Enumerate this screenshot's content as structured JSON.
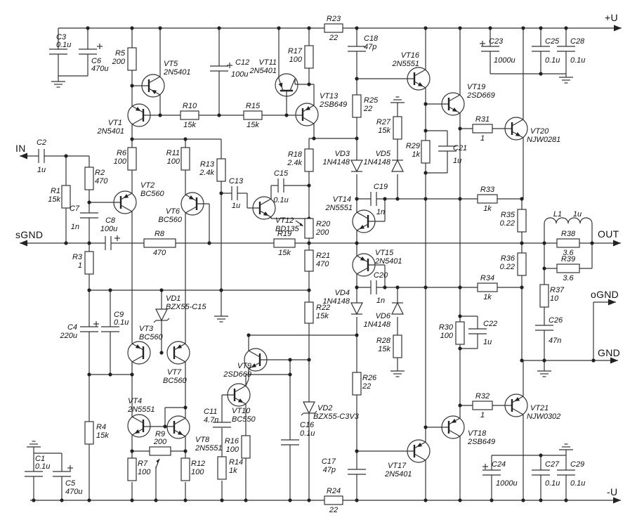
{
  "terminals": {
    "power_pos": "+U",
    "power_neg": "-U",
    "input": "IN",
    "signal_ground": "sGND",
    "output": "OUT",
    "output_ground": "oGND",
    "ground": "GND"
  },
  "components": {
    "R1": {
      "ref": "R1",
      "value": "15k"
    },
    "R2": {
      "ref": "R2",
      "value": "470"
    },
    "R3": {
      "ref": "R3",
      "value": "1"
    },
    "R4": {
      "ref": "R4",
      "value": "15k"
    },
    "R5": {
      "ref": "R5",
      "value": "200"
    },
    "R6": {
      "ref": "R6",
      "value": "100"
    },
    "R7": {
      "ref": "R7",
      "value": "100"
    },
    "R8": {
      "ref": "R8",
      "value": "470"
    },
    "R9": {
      "ref": "R9",
      "value": "200"
    },
    "R10": {
      "ref": "R10",
      "value": "15k"
    },
    "R11": {
      "ref": "R11",
      "value": "100"
    },
    "R12": {
      "ref": "R12",
      "value": "100"
    },
    "R13": {
      "ref": "R13",
      "value": "2.4k"
    },
    "R14": {
      "ref": "R14",
      "value": "1k"
    },
    "R15": {
      "ref": "R15",
      "value": "15k"
    },
    "R16": {
      "ref": "R16",
      "value": "100"
    },
    "R17": {
      "ref": "R17",
      "value": "100"
    },
    "R18": {
      "ref": "R18",
      "value": "2.4k"
    },
    "R19": {
      "ref": "R19",
      "value": "15k"
    },
    "R20": {
      "ref": "R20",
      "value": "200"
    },
    "R21": {
      "ref": "R21",
      "value": "470"
    },
    "R22": {
      "ref": "R22",
      "value": "15k"
    },
    "R23": {
      "ref": "R23",
      "value": "22"
    },
    "R24": {
      "ref": "R24",
      "value": "22"
    },
    "R25": {
      "ref": "R25",
      "value": "22"
    },
    "R26": {
      "ref": "R26",
      "value": "22"
    },
    "R27": {
      "ref": "R27",
      "value": "15k"
    },
    "R28": {
      "ref": "R28",
      "value": "15k"
    },
    "R29": {
      "ref": "R29",
      "value": "1k"
    },
    "R30": {
      "ref": "R30",
      "value": "100"
    },
    "R31": {
      "ref": "R31",
      "value": "1"
    },
    "R32": {
      "ref": "R32",
      "value": "1"
    },
    "R33": {
      "ref": "R33",
      "value": "1k"
    },
    "R34": {
      "ref": "R34",
      "value": "1k"
    },
    "R35": {
      "ref": "R35",
      "value": "0.22"
    },
    "R36": {
      "ref": "R36",
      "value": "0.22"
    },
    "R37": {
      "ref": "R37",
      "value": "10"
    },
    "R38": {
      "ref": "R38",
      "value": "3.6"
    },
    "R39": {
      "ref": "R39",
      "value": "3.6"
    },
    "C1": {
      "ref": "C1",
      "value": "0.1u"
    },
    "C2": {
      "ref": "C2",
      "value": "1u"
    },
    "C3": {
      "ref": "C3",
      "value": "0.1u"
    },
    "C4": {
      "ref": "C4",
      "value": "220u"
    },
    "C5": {
      "ref": "C5",
      "value": "470u"
    },
    "C6": {
      "ref": "C6",
      "value": "470u"
    },
    "C7": {
      "ref": "C7",
      "value": "1n"
    },
    "C8": {
      "ref": "C8",
      "value": "100u"
    },
    "C9": {
      "ref": "C9",
      "value": "0.1u"
    },
    "C11": {
      "ref": "C11",
      "value": "4.7n"
    },
    "C12": {
      "ref": "C12",
      "value": "100u"
    },
    "C13": {
      "ref": "C13",
      "value": "1u"
    },
    "C15": {
      "ref": "C15",
      "value": "0.1u"
    },
    "C16": {
      "ref": "C16",
      "value": "0.1u"
    },
    "C17": {
      "ref": "C17",
      "value": "47p"
    },
    "C18": {
      "ref": "C18",
      "value": "47p"
    },
    "C19": {
      "ref": "C19",
      "value": "1n"
    },
    "C20": {
      "ref": "C20",
      "value": "1n"
    },
    "C21": {
      "ref": "C21",
      "value": "1u"
    },
    "C22": {
      "ref": "C22",
      "value": "1u"
    },
    "C23": {
      "ref": "C23",
      "value": "1000u"
    },
    "C24": {
      "ref": "C24",
      "value": "1000u"
    },
    "C25": {
      "ref": "C25",
      "value": "0.1u"
    },
    "C26": {
      "ref": "C26",
      "value": "47n"
    },
    "C27": {
      "ref": "C27",
      "value": "0.1u"
    },
    "C28": {
      "ref": "C28",
      "value": "0.1u"
    },
    "C29": {
      "ref": "C29",
      "value": "0.1u"
    },
    "VT1": {
      "ref": "VT1",
      "value": "2N5401"
    },
    "VT2": {
      "ref": "VT2",
      "value": "BC560"
    },
    "VT3": {
      "ref": "VT3",
      "value": "BC560"
    },
    "VT4": {
      "ref": "VT4",
      "value": "2N5551"
    },
    "VT5": {
      "ref": "VT5",
      "value": "2N5401"
    },
    "VT6": {
      "ref": "VT6",
      "value": "BC560"
    },
    "VT7": {
      "ref": "VT7",
      "value": "BC560"
    },
    "VT8": {
      "ref": "VT8",
      "value": "2N5551"
    },
    "VT9": {
      "ref": "VT9",
      "value": "2SD669"
    },
    "VT10": {
      "ref": "VT10",
      "value": "BC550"
    },
    "VT11": {
      "ref": "VT11",
      "value": "2N5401"
    },
    "VT12": {
      "ref": "VT12",
      "value": "BD135"
    },
    "VT13": {
      "ref": "VT13",
      "value": "2SB649"
    },
    "VT14": {
      "ref": "VT14",
      "value": "2N5551"
    },
    "VT15": {
      "ref": "VT15",
      "value": "2N5401"
    },
    "VT16": {
      "ref": "VT16",
      "value": "2N5551"
    },
    "VT17": {
      "ref": "VT17",
      "value": "2N5401"
    },
    "VT18": {
      "ref": "VT18",
      "value": "2SB649"
    },
    "VT19": {
      "ref": "VT19",
      "value": "2SD669"
    },
    "VT20": {
      "ref": "VT20",
      "value": "NJW0281"
    },
    "VT21": {
      "ref": "VT21",
      "value": "NJW0302"
    },
    "VD1": {
      "ref": "VD1",
      "value": "BZX55-C15"
    },
    "VD2": {
      "ref": "VD2",
      "value": "BZX55-C3V3"
    },
    "VD3": {
      "ref": "VD3",
      "value": "1N4148"
    },
    "VD4": {
      "ref": "VD4",
      "value": "1N4148"
    },
    "VD5": {
      "ref": "VD5",
      "value": "1N4148"
    },
    "VD6": {
      "ref": "VD6",
      "value": "1N4148"
    },
    "L1": {
      "ref": "L1",
      "value": "1u"
    }
  }
}
